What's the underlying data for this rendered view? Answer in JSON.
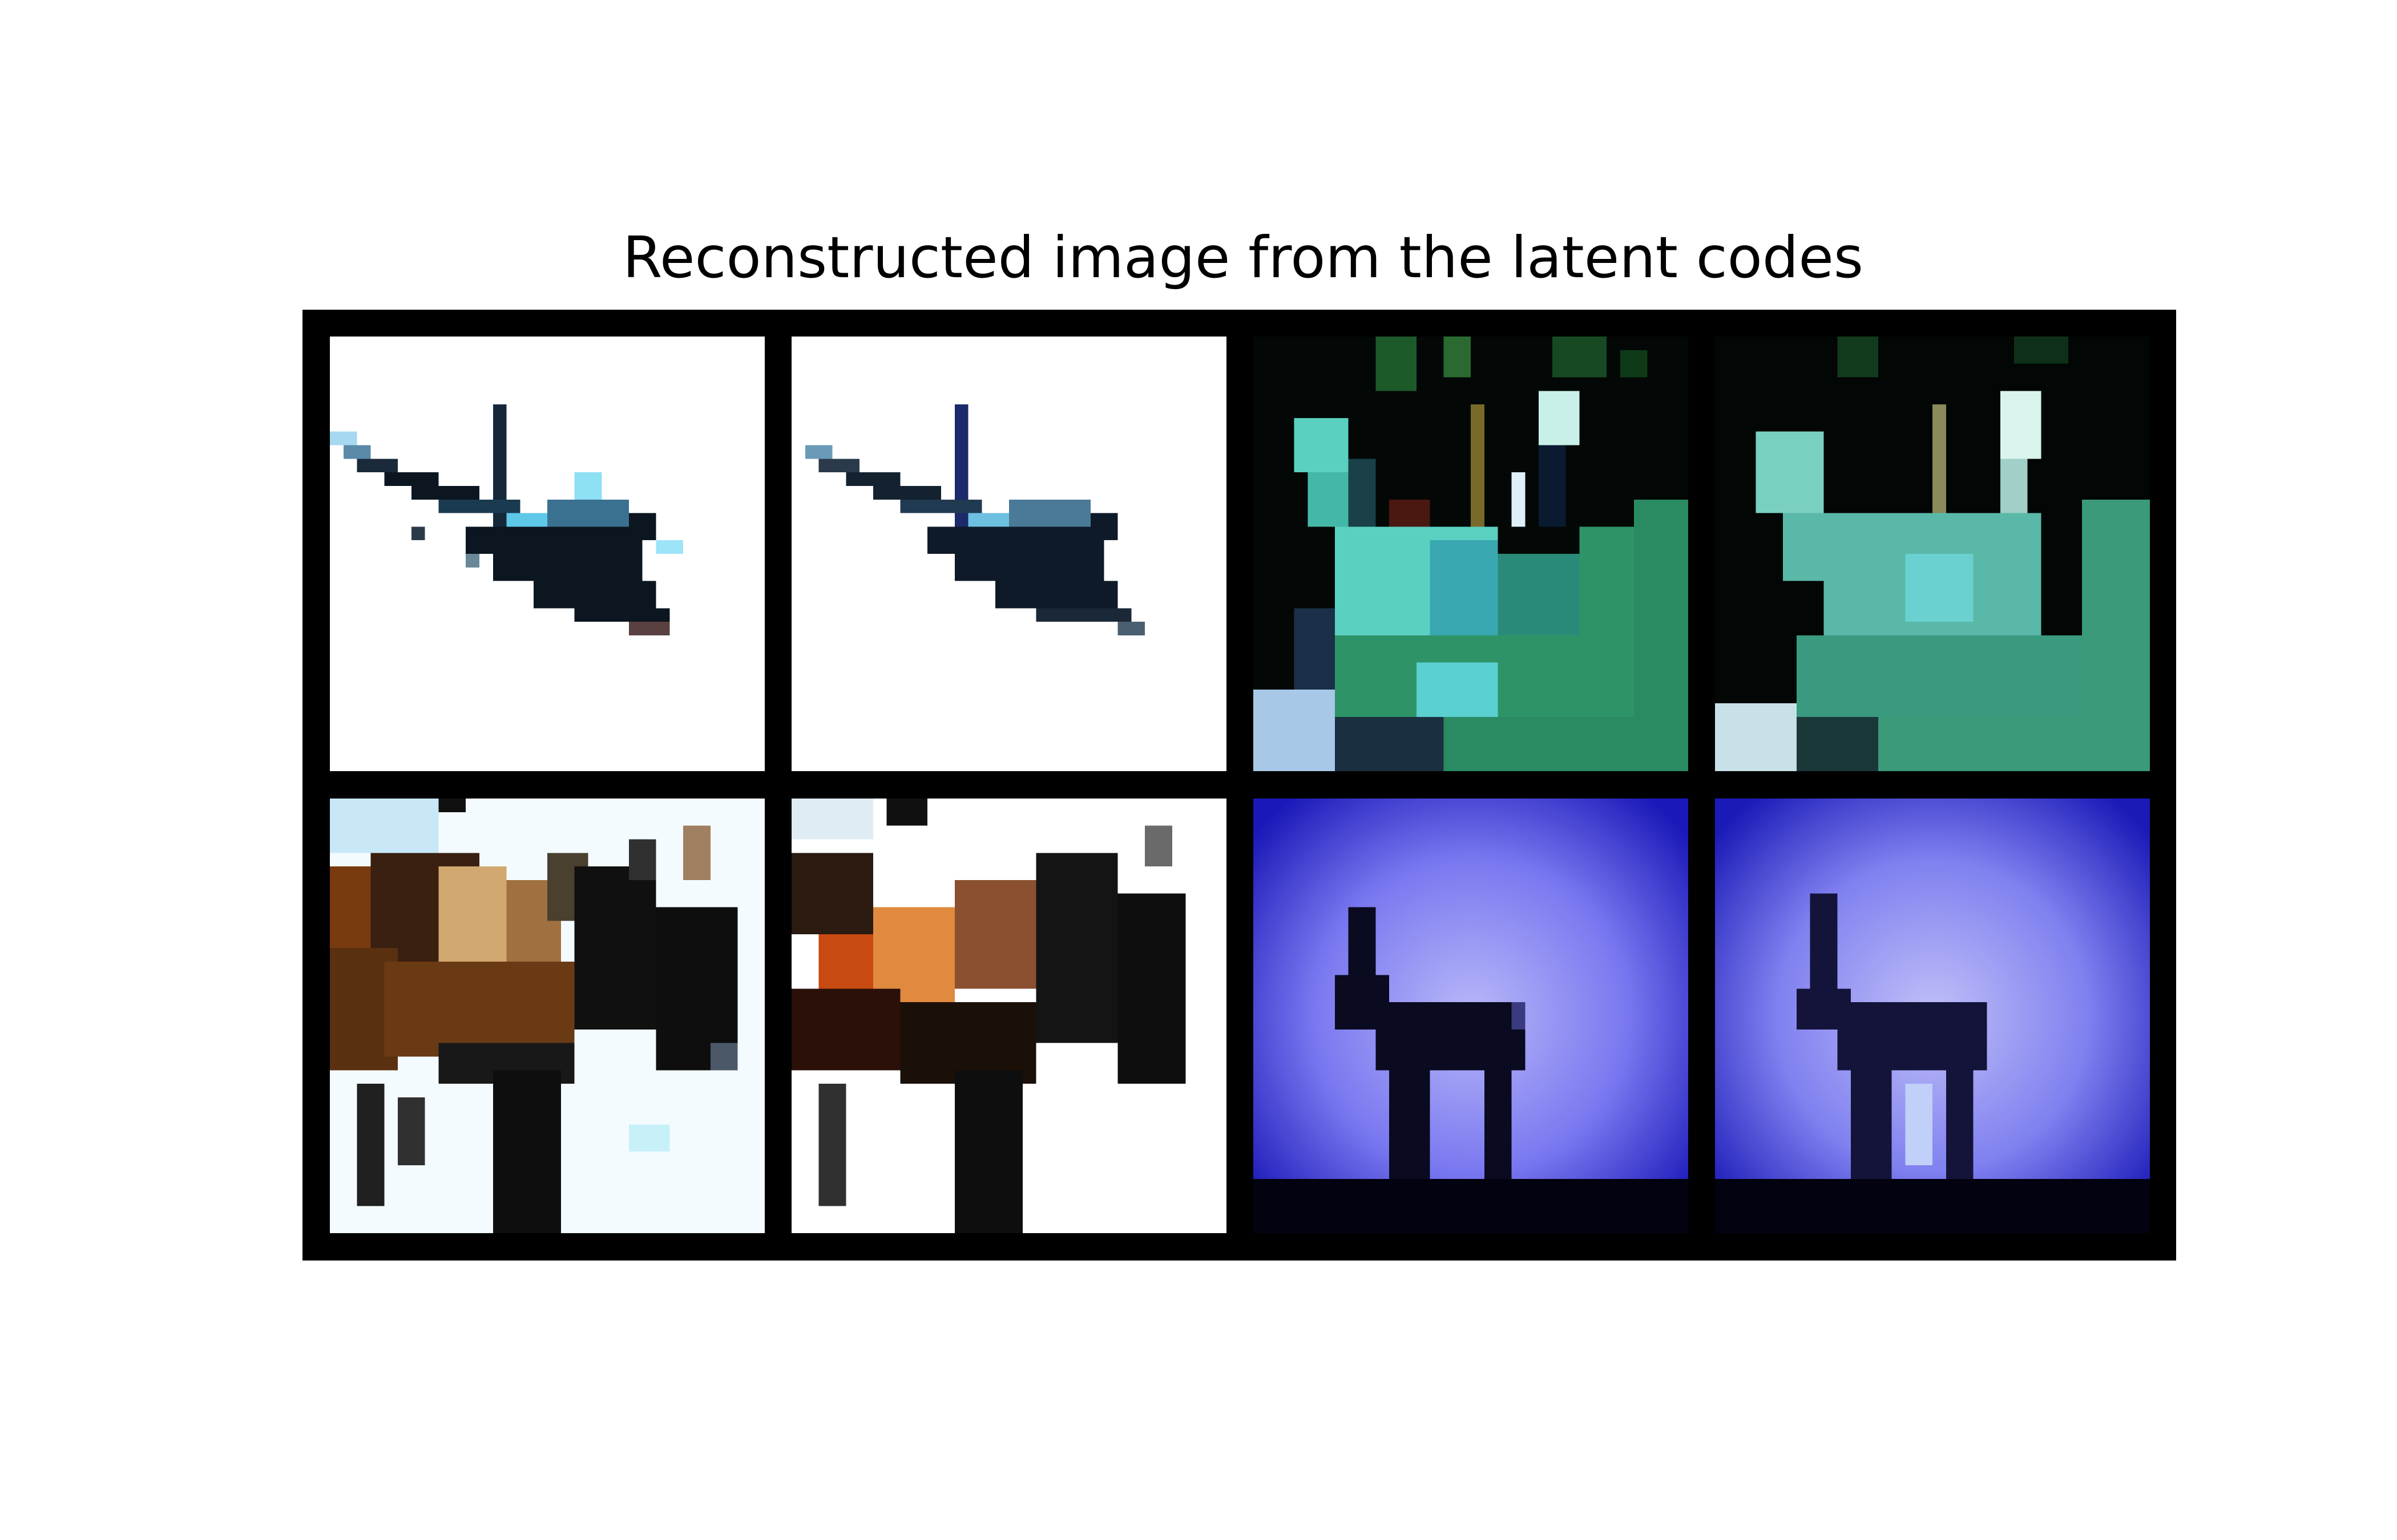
{
  "figure": {
    "title": "Reconstructed image from the latent codes"
  },
  "grid": {
    "rows": 2,
    "cols": 4,
    "background_color": "#000000",
    "tiles": [
      {
        "row": 0,
        "col": 0,
        "subject": "airplane",
        "role": "original"
      },
      {
        "row": 0,
        "col": 1,
        "subject": "airplane",
        "role": "reconstruction"
      },
      {
        "row": 0,
        "col": 2,
        "subject": "frog",
        "role": "original"
      },
      {
        "row": 0,
        "col": 3,
        "subject": "frog",
        "role": "reconstruction"
      },
      {
        "row": 1,
        "col": 0,
        "subject": "horse",
        "role": "original"
      },
      {
        "row": 1,
        "col": 1,
        "subject": "horse",
        "role": "reconstruction"
      },
      {
        "row": 1,
        "col": 2,
        "subject": "deer",
        "role": "original"
      },
      {
        "row": 1,
        "col": 3,
        "subject": "deer",
        "role": "reconstruction"
      }
    ]
  }
}
